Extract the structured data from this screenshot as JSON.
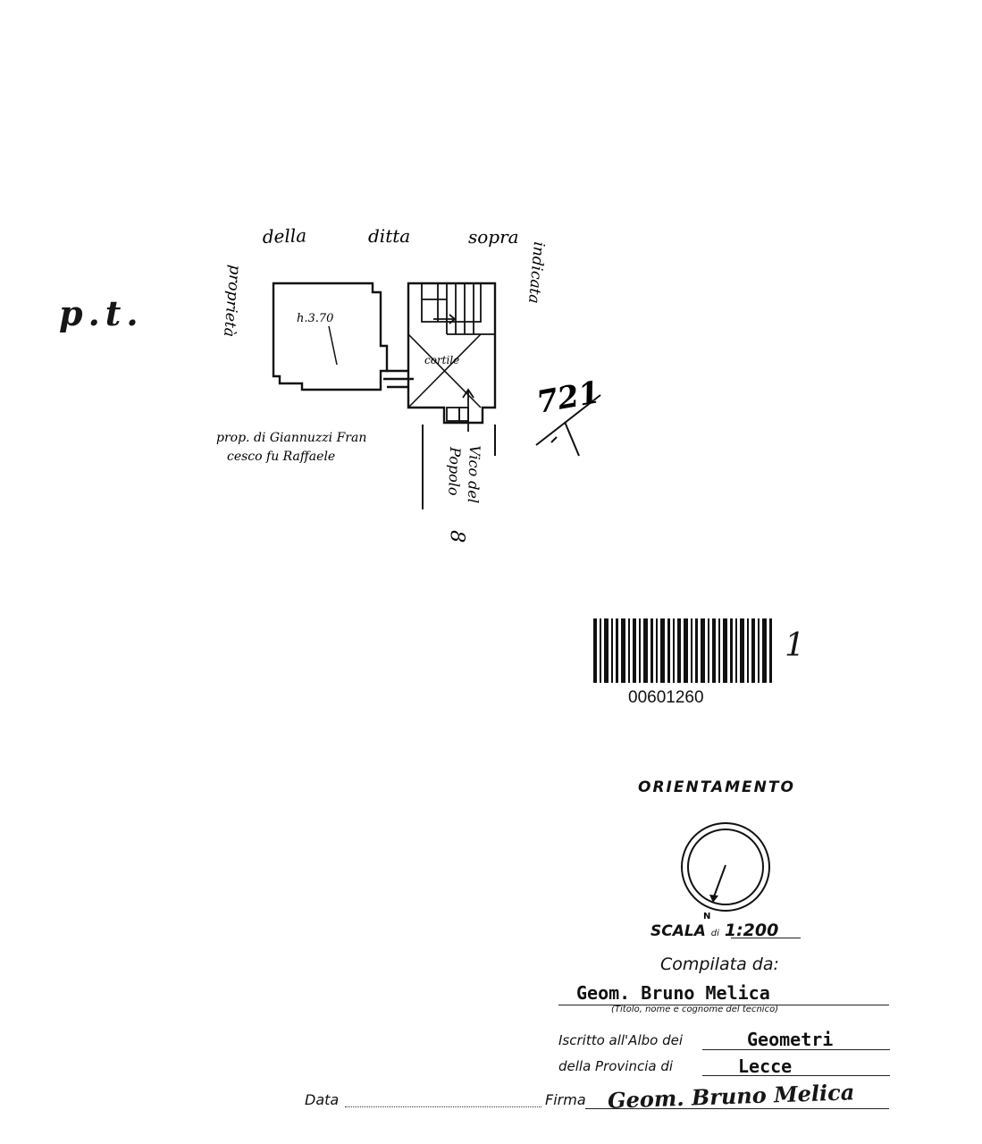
{
  "floor_label": "p.t.",
  "plan": {
    "top_label": [
      "della",
      "ditta",
      "sopra"
    ],
    "left_label": "proprietà",
    "right_label": "indicata",
    "room_height": "h.3.70",
    "courtyard": "cortile",
    "bottom_left_label": [
      "prop. di Giannuzzi Fran",
      "cesco fu Raffaele"
    ],
    "street_label": [
      "Vico del",
      "Popolo",
      "8"
    ],
    "plot_number": "721"
  },
  "barcode": {
    "number": "00601260",
    "sheet_mark": "1"
  },
  "orientamento": {
    "title": "ORIENTAMENTO",
    "north": "N"
  },
  "scala": {
    "prefix": "SCALA",
    "di": "di",
    "value": "1:200"
  },
  "compilata": {
    "label": "Compilata da:",
    "name": "Geom. Bruno Melica",
    "caption": "(Titolo, nome e cognome del tecnico)"
  },
  "iscritto": {
    "label": "Iscritto all'Albo dei",
    "value": "Geometri"
  },
  "provincia": {
    "label": "della Provincia di",
    "value": "Lecce"
  },
  "data": {
    "label": "Data"
  },
  "firma": {
    "label": "Firma",
    "signature": "Geom. Bruno Melica"
  }
}
